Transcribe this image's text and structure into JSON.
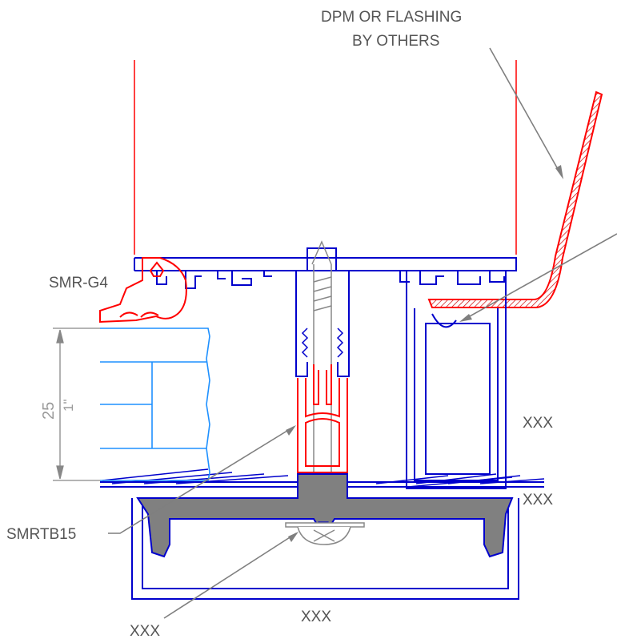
{
  "labels": {
    "dpm_line1": "DPM OR FLASHING",
    "dpm_line2": "BY OTHERS",
    "gasket": "SMR-G4",
    "thermal_break": "SMRTB15",
    "callout_right_mid": "XXX",
    "callout_right_low": "XXX",
    "callout_bottom_center": "XXX",
    "callout_bottom_left": "XXX"
  },
  "dimension": {
    "value": "25",
    "unit": "1\""
  },
  "colors": {
    "glass": "#ff0000",
    "frame": "#0000cc",
    "glazing_unit": "#1e90ff",
    "gasket": "#ff0000",
    "thermal_break_fill": "#808080",
    "leader": "#7f7f7f",
    "hatch": "#cc0000"
  }
}
